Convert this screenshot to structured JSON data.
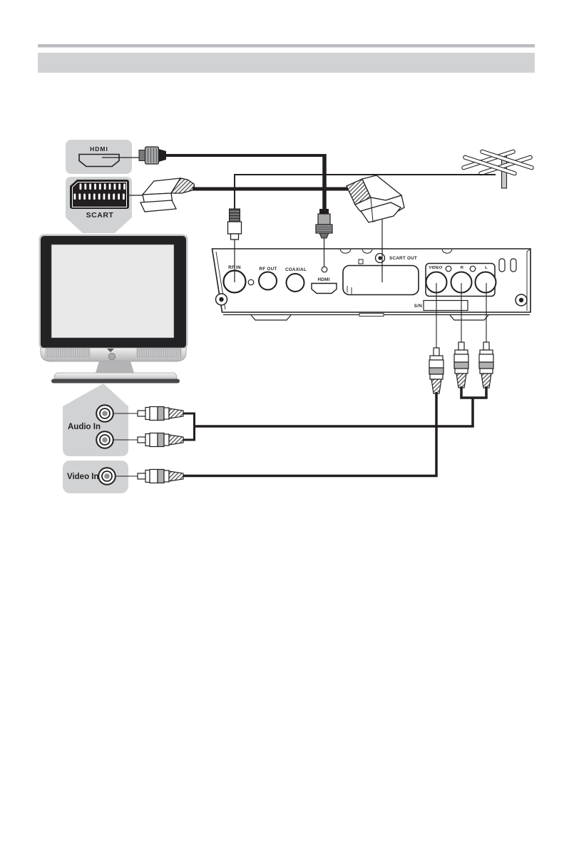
{
  "header": {
    "rule_color": "#bcbdc0",
    "band_color": "#d1d2d4"
  },
  "colors": {
    "callout_gray": "#d1d2d4",
    "line": "#231f20",
    "connector_gray": "#a7a9ab",
    "metal_band_gray": "#aeb0b2"
  },
  "callouts": {
    "hdmi": {
      "label": "HDMI"
    },
    "scart": {
      "label": "SCART"
    },
    "audio_in": {
      "label": "Audio In"
    },
    "video_in": {
      "label": "Video In"
    }
  },
  "rear_panel": {
    "rf_in": "RF IN",
    "rf_out": "RF OUT",
    "coaxial": "COAXIAL",
    "hdmi": "HDMI",
    "scart_out": "SCART OUT",
    "video": "VIDEO",
    "audio_r": "R",
    "audio_l": "L",
    "serial": "S/N"
  }
}
